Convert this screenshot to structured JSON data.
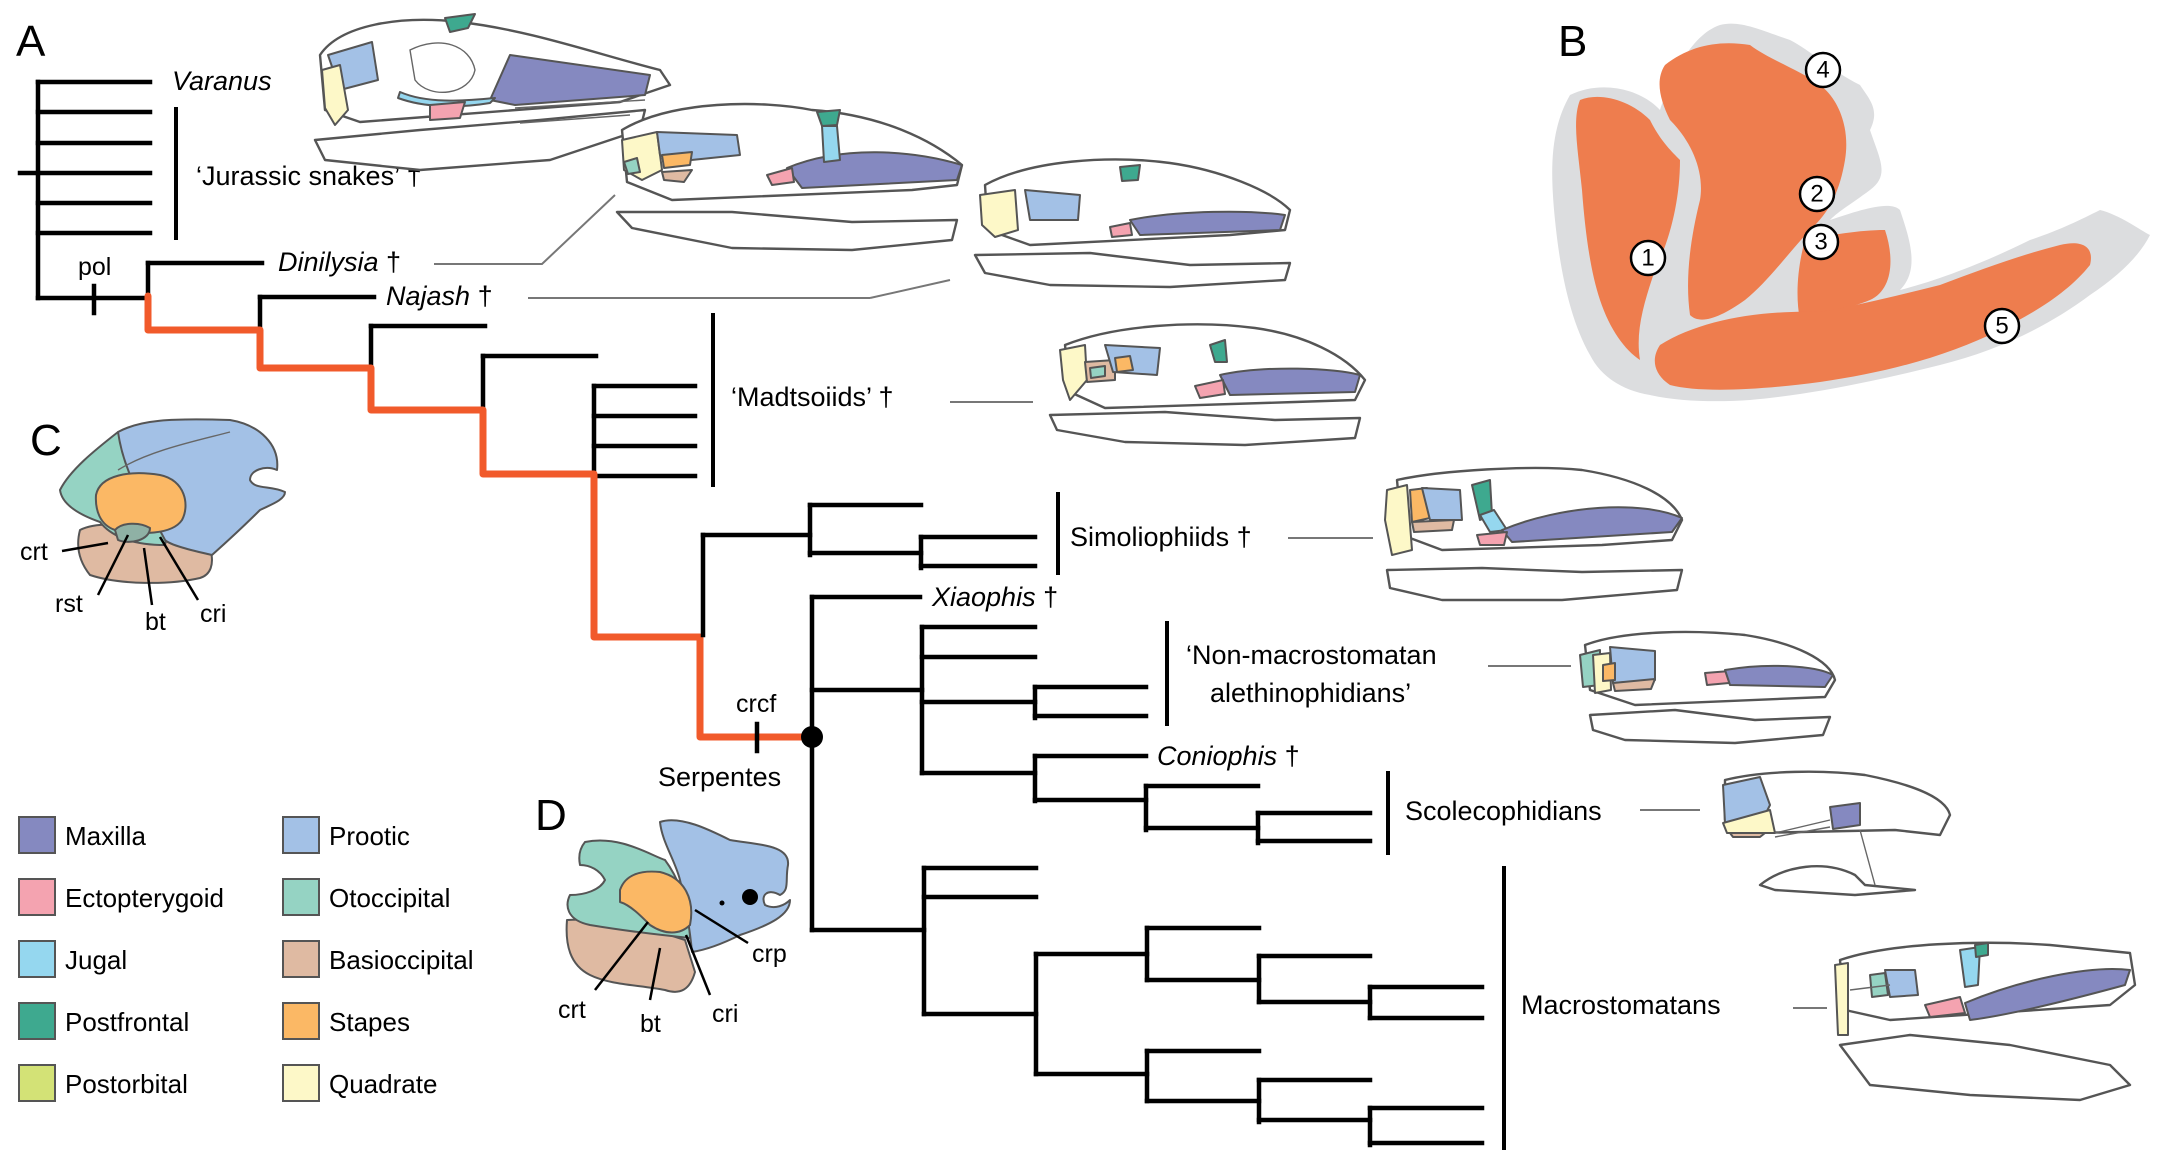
{
  "panels": {
    "A": {
      "letter": "A"
    },
    "B": {
      "letter": "B"
    },
    "C": {
      "letter": "C"
    },
    "D": {
      "letter": "D"
    }
  },
  "tree": {
    "taxa": {
      "varanus": "Varanus",
      "jurassic": "‘Jurassic snakes’ †",
      "dinilysia": "Dinilysia",
      "dinilysia_dagger": "†",
      "najash": "Najash",
      "najash_dagger": "†",
      "madtsoiids": "‘Madtsoiids’ †",
      "simoliophiids": "Simoliophiids †",
      "xiaophis": "Xiaophis",
      "xiaophis_dagger": "†",
      "nonmacro_line1": "‘Non-macrostomatan",
      "nonmacro_line2": "alethinophidians’",
      "coniophis": "Coniophis",
      "coniophis_dagger": "†",
      "scolecophidians": "Scolecophidians",
      "macrostomatans": "Macrostomatans"
    },
    "characters": {
      "pol": "pol",
      "crcf": "crcf"
    },
    "node_label": "Serpentes",
    "highlight_color": "#f15a2b"
  },
  "panel_b": {
    "markers": [
      "1",
      "2",
      "3",
      "4",
      "5"
    ],
    "fossil_color": "#ee7d4e",
    "matrix_color": "#dcdddf"
  },
  "panel_c": {
    "labels": {
      "crt": "crt",
      "rst": "rst",
      "bt": "bt",
      "cri": "cri"
    }
  },
  "panel_d": {
    "labels": {
      "crt": "crt",
      "bt": "bt",
      "cri": "cri",
      "crp": "crp"
    }
  },
  "legend": {
    "items": [
      {
        "label": "Maxilla",
        "color": "#8589c0"
      },
      {
        "label": "Ectopterygoid",
        "color": "#f4a3b0"
      },
      {
        "label": "Jugal",
        "color": "#95d7ef"
      },
      {
        "label": "Postfrontal",
        "color": "#3ea98f"
      },
      {
        "label": "Postorbital",
        "color": "#d3e276"
      },
      {
        "label": "Prootic",
        "color": "#a3c1e6"
      },
      {
        "label": "Otoccipital",
        "color": "#95d3c3"
      },
      {
        "label": "Basioccipital",
        "color": "#dfbaa2"
      },
      {
        "label": "Stapes",
        "color": "#fbb865"
      },
      {
        "label": "Quadrate",
        "color": "#fdf8c8"
      }
    ]
  }
}
